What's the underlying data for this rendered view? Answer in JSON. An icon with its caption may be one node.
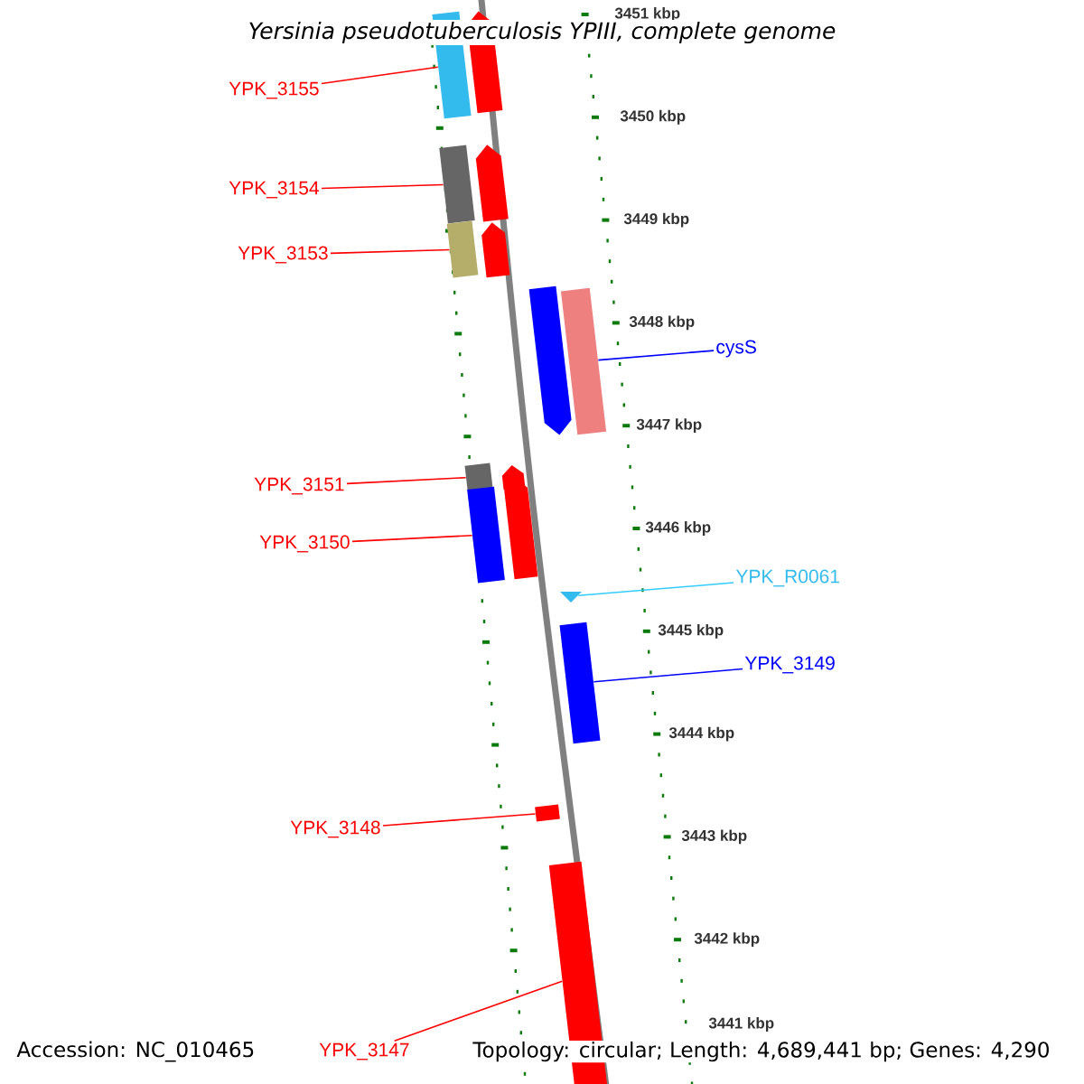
{
  "diagram": {
    "title": "Yersinia pseudotuberculosis YPIII, complete genome",
    "nodes": [
      {
        "text": [
          "YPK_3155"
        ]
      },
      {
        "text": [],
        "shape": "bar"
      },
      {
        "text": [
          "YPK_3154"
        ]
      },
      {
        "text": [],
        "shape": "bar"
      },
      {
        "text": [
          "YPK_3153"
        ]
      },
      {
        "text": [],
        "shape": "bar"
      },
      {
        "text": [
          "cysS"
        ]
      },
      {
        "text": [],
        "shape": "bar"
      },
      {
        "text": [
          "YPK_3151"
        ]
      },
      {
        "text": [],
        "shape": "bar"
      },
      {
        "text": [
          "YPK_3150"
        ]
      },
      {
        "text": [],
        "shape": "bar"
      },
      {
        "text": [
          "YPK_R0061"
        ]
      },
      {
        "text": [],
        "shape": "triangle"
      },
      {
        "text": [
          "YPK_3149"
        ]
      },
      {
        "text": [],
        "shape": "bar"
      },
      {
        "text": [
          "YPK_3148"
        ]
      },
      {
        "text": [],
        "shape": "bar"
      },
      {
        "text": [
          "YPK_3147"
        ]
      },
      {
        "text": [],
        "shape": "bar"
      },
      {
        "text": [],
        "shape": "bar"
      },
      {
        "text": [],
        "shape": "bar"
      },
      {
        "text": [],
        "shape": "bar"
      },
      {
        "text": [],
        "shape": "bar"
      },
      {
        "text": [],
        "shape": "bar"
      },
      {
        "text": [],
        "shape": "bar"
      }
    ],
    "edges": [
      {
        "from": 0,
        "to": 1,
        "arrow": "none"
      },
      {
        "from": 2,
        "to": 3,
        "arrow": "none"
      },
      {
        "from": 4,
        "to": 5,
        "arrow": "none"
      },
      {
        "from": 6,
        "to": 7,
        "arrow": "none",
        "color": "#0000ff"
      },
      {
        "from": 8,
        "to": 9,
        "arrow": "none"
      },
      {
        "from": 10,
        "to": 11,
        "arrow": "none"
      },
      {
        "from": 12,
        "to": 13,
        "arrow": "none",
        "color": "#33ccff"
      },
      {
        "from": 14,
        "to": 15,
        "arrow": "none",
        "color": "#0000ff"
      },
      {
        "from": 16,
        "to": 17,
        "arrow": "none"
      },
      {
        "from": 18,
        "to": 19,
        "arrow": "none"
      }
    ],
    "labels": [
      "3451 kbp",
      "3450 kbp",
      "3449 kbp",
      "3448 kbp",
      "3447 kbp",
      "3446 kbp",
      "3445 kbp",
      "3444 kbp",
      "3443 kbp",
      "3442 kbp",
      "3441 kbp",
      "Accession: NC_010465",
      "Topology: circular; Length: 4,689,441 bp; Genes: 4,290"
    ]
  }
}
